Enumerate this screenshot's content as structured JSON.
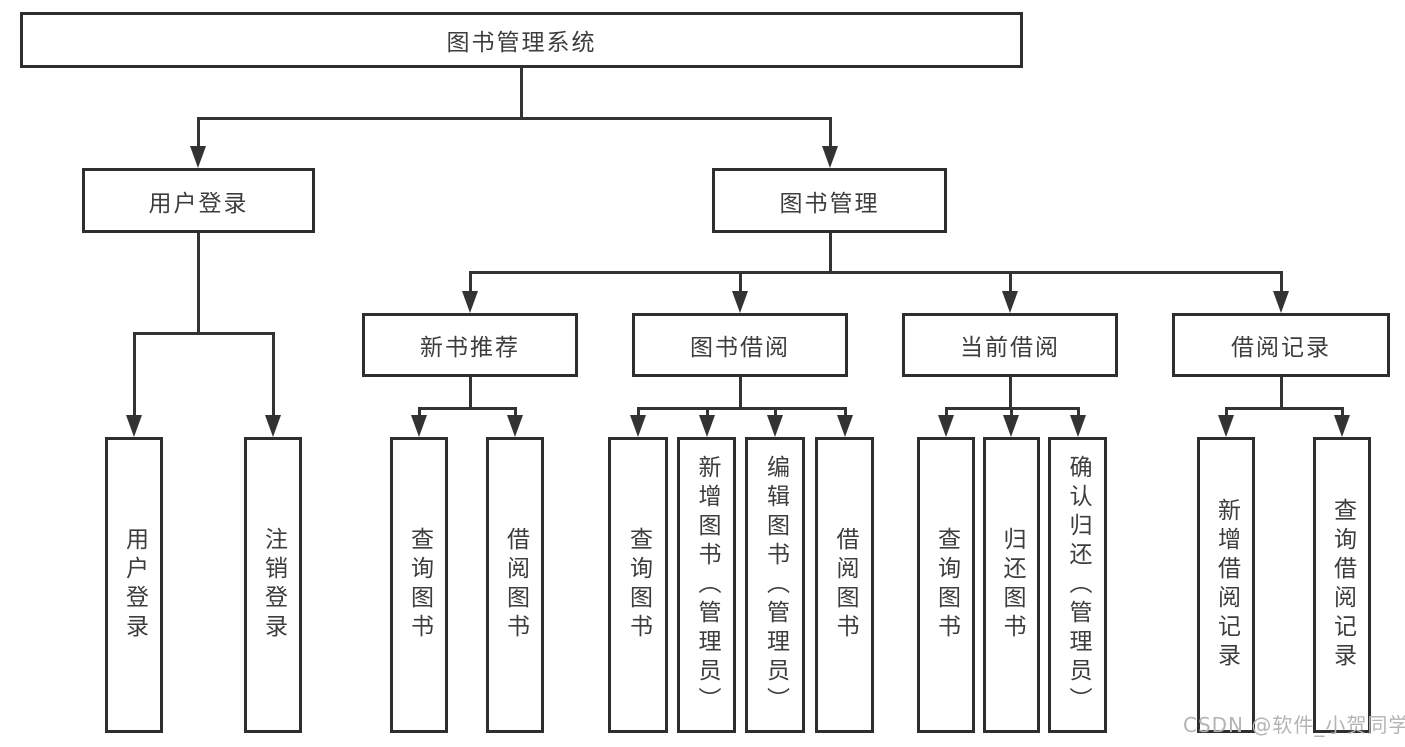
{
  "title": "图书管理系统",
  "watermark": "CSDN @软件_小贺同学",
  "colors": {
    "border": "#2e2e2e",
    "line": "#333333",
    "text": "#3d3d3d",
    "watermark": "#b4b4b4",
    "background": "#ffffff"
  },
  "nodes": {
    "root": {
      "label": "图书管理系统"
    },
    "level2": [
      {
        "label": "用户登录"
      },
      {
        "label": "图书管理"
      }
    ],
    "level3": [
      {
        "label": "新书推荐"
      },
      {
        "label": "图书借阅"
      },
      {
        "label": "当前借阅"
      },
      {
        "label": "借阅记录"
      }
    ],
    "leaves": {
      "user_login": [
        {
          "label": "用户登录"
        },
        {
          "label": "注销登录"
        }
      ],
      "new_book": [
        {
          "label": "查询图书"
        },
        {
          "label": "借阅图书"
        }
      ],
      "book_borrow": [
        {
          "label": "查询图书"
        },
        {
          "label": "新增图书（管理员）"
        },
        {
          "label": "编辑图书（管理员）"
        },
        {
          "label": "借阅图书"
        }
      ],
      "current_borrow": [
        {
          "label": "查询图书"
        },
        {
          "label": "归还图书"
        },
        {
          "label": "确认归还（管理员）"
        }
      ],
      "records": [
        {
          "label": "新增借阅记录"
        },
        {
          "label": "查询借阅记录"
        }
      ]
    }
  }
}
